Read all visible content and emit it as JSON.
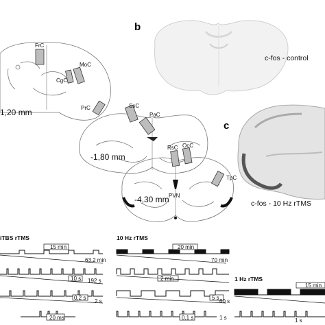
{
  "panels": {
    "b": {
      "letter": "b",
      "caption": "c-fos - control"
    },
    "c": {
      "letter": "c",
      "caption": "c-fos - 10 Hz rTMS"
    }
  },
  "atlas": {
    "levels": [
      "1,20 mm",
      "-1,80 mm",
      "-4,30 mm"
    ],
    "regions": [
      "FrC",
      "MoC",
      "CgC",
      "PrC",
      "SsC",
      "PaC",
      "RsC",
      "OcC",
      "TpC",
      "PVN"
    ]
  },
  "protocols": [
    {
      "title": "iTBS rTMS",
      "labels": [
        "15 min",
        "63,2 min",
        "10 s",
        "192 s",
        "0,2 s",
        "2 s",
        "20 ms"
      ]
    },
    {
      "title": "10 Hz rTMS",
      "labels": [
        "20 min",
        "70 min",
        "2 min",
        "5 s",
        "60 s",
        "0,1 s",
        "1 s"
      ]
    },
    {
      "title": "1 Hz rTMS",
      "labels": [
        "15 min",
        "1 s"
      ]
    }
  ]
}
